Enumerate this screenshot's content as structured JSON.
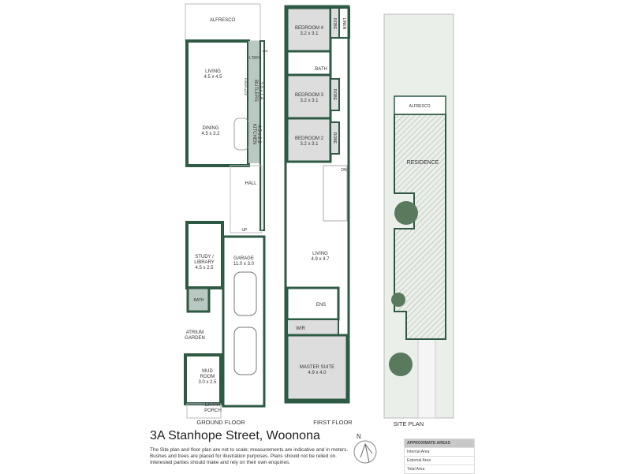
{
  "title": "3A Stanhope Street, Woonona",
  "disclaimer": "The Site plan and floor plan are not to scale; measurements are indicative and in meters. Bushes and trees are placed for illustration purposes. Plans should not be relied on. Interested parties should make and rely on their own enquiries.",
  "compass": "N",
  "areas": {
    "heading": "APPROXIMATE AREAS",
    "rows": [
      "Internal Area",
      "External Area",
      "Total Area"
    ]
  },
  "captions": {
    "ground": "GROUND FLOOR",
    "first": "FIRST FLOOR",
    "site": "SITE PLAN"
  },
  "ground": {
    "alfresco": "ALFRESCO",
    "living": "LIVING",
    "living_dim": "4.5 x 4.5",
    "dining": "DINING",
    "dining_dim": "4.5 x 3.2",
    "ldry": "L'DRY",
    "wm": "WM",
    "fireplace": "FIREPLACE",
    "butlers": "BUTLERS",
    "butlers_dim": "2.0 x 1.6",
    "kitchen": "KITCHEN",
    "kitchen_dim": "4.5 x 2.9",
    "hall": "HALL",
    "up": "UP",
    "study": "STUDY /",
    "library": "LIBRARY",
    "study_dim": "4.5 x 2.5",
    "bath": "BATH",
    "garage": "GARAGE",
    "garage_dim": "11.0 x 3.0",
    "atrium": "ATRIUM",
    "garden": "GARDEN",
    "mud": "MUD",
    "room": "ROOM",
    "mud_dim": "3.0 x 2.5",
    "entry": "ENTRY",
    "porch": "PORCH"
  },
  "first": {
    "bed4": "BEDROOM 4",
    "bed4_dim": "3.2 x 3.1",
    "robe": "ROBE",
    "linen": "LINEN",
    "bath": "BATH",
    "bed3": "BEDROOM 3",
    "bed3_dim": "3.2 x 3.1",
    "bed2": "BEDROOM 2",
    "bed2_dim": "3.2 x 3.1",
    "dn": "DN",
    "living": "LIVING",
    "living_dim": "4.9 x 4.7",
    "ens": "ENS",
    "wir": "WIR",
    "master": "MASTER SUITE",
    "master_dim": "4.9 x 4.0"
  },
  "site": {
    "alfresco": "ALFRESCO",
    "residence": "RESIDENCE"
  }
}
